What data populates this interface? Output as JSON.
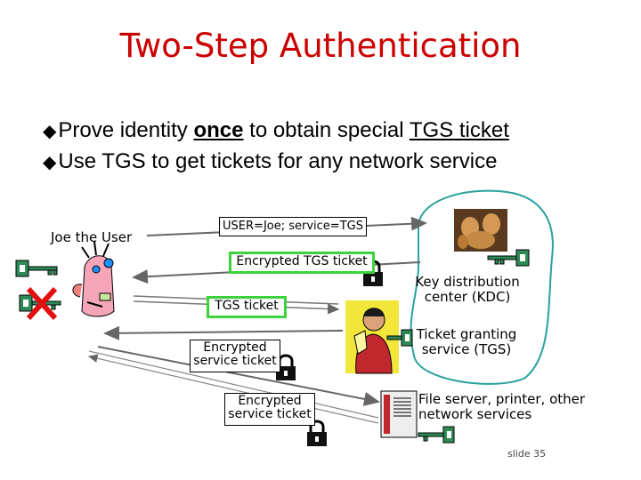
{
  "title": "Two-Step Authentication",
  "bullets": [
    {
      "pre": "Prove identity ",
      "emph": "once",
      "mid": " to obtain special ",
      "tgs": "TGS ticket"
    },
    {
      "text": "Use TGS to get tickets for any network service"
    }
  ],
  "user_label": "Joe the User",
  "msg_request": "USER=Joe; service=TGS",
  "msg_encrypted_tgs": "Encrypted TGS ticket",
  "msg_tgs_ticket": "TGS ticket",
  "msg_enc_service_1": "Encrypted service ticket",
  "msg_enc_service_2": "Encrypted service ticket",
  "kdc_label": "Key distribution center (KDC)",
  "tgs_label": "Ticket granting service (TGS)",
  "server_label": "File server, printer, other network services",
  "slide_number": "slide 35",
  "colors": {
    "title": "#cc0000",
    "highlight": "#3cd23c",
    "kdc_outline": "#2aa0a0"
  },
  "icons": [
    "key-icon",
    "padlock-icon",
    "red-x-icon",
    "user-cartoon-icon",
    "cerberus-icon",
    "tgs-person-icon",
    "server-tower-icon"
  ]
}
